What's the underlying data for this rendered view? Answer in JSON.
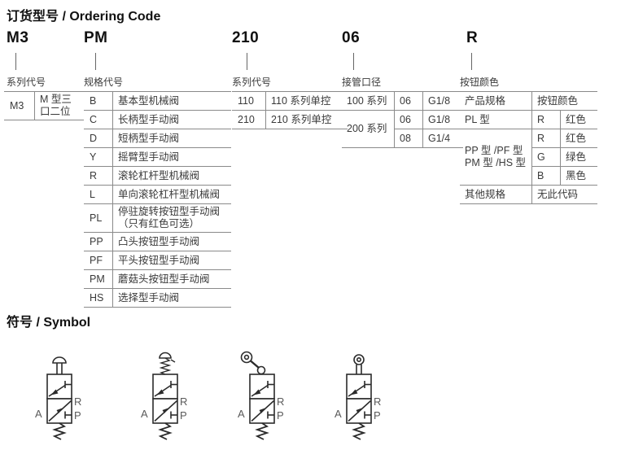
{
  "page": {
    "ordering_title": "订货型号 / Ordering Code",
    "symbol_title": "符号 / Symbol"
  },
  "ordering": {
    "segments": [
      {
        "code": "M3",
        "label": "系列代号"
      },
      {
        "code": "PM",
        "label": "规格代号"
      },
      {
        "code": "210",
        "label": "系列代号"
      },
      {
        "code": "06",
        "label": "接管口径"
      },
      {
        "code": "R",
        "label": "按钮颜色"
      }
    ],
    "series_table": {
      "code": "M3",
      "desc_line1": "M 型三",
      "desc_line2": "口二位"
    },
    "spec_table": {
      "rows": [
        {
          "code": "B",
          "desc": "基本型机械阀"
        },
        {
          "code": "C",
          "desc": "长柄型手动阀"
        },
        {
          "code": "D",
          "desc": "短柄型手动阀"
        },
        {
          "code": "Y",
          "desc": "摇臂型手动阀"
        },
        {
          "code": "R",
          "desc": "滚轮杠杆型机械阀"
        },
        {
          "code": "L",
          "desc": "单向滚轮杠杆型机械阀"
        },
        {
          "code": "PL",
          "desc": "停驻旋转按钮型手动阀",
          "desc2": "（只有红色可选）"
        },
        {
          "code": "PP",
          "desc": "凸头按钮型手动阀"
        },
        {
          "code": "PF",
          "desc": "平头按钮型手动阀"
        },
        {
          "code": "PM",
          "desc": "蘑菇头按钮型手动阀"
        },
        {
          "code": "HS",
          "desc": "选择型手动阀"
        }
      ]
    },
    "series2_table": {
      "rows": [
        {
          "code": "110",
          "desc": "110 系列单控"
        },
        {
          "code": "210",
          "desc": "210 系列单控"
        }
      ]
    },
    "port_table": {
      "row1": {
        "series": "100 系列",
        "code": "06",
        "size": "G1/8"
      },
      "row2_series": "200 系列",
      "row2": {
        "code": "06",
        "size": "G1/8"
      },
      "row3": {
        "code": "08",
        "size": "G1/4"
      }
    },
    "color_table": {
      "header": {
        "col1": "产品规格",
        "col2": "按钮颜色"
      },
      "row_pl": {
        "spec": "PL 型",
        "code": "R",
        "color": "红色"
      },
      "group_spec_line1": "PP 型 /PF 型",
      "group_spec_line2": "PM 型 /HS 型",
      "group_rows": [
        {
          "code": "R",
          "color": "红色"
        },
        {
          "code": "G",
          "color": "绿色"
        },
        {
          "code": "B",
          "color": "黑色"
        }
      ],
      "row_other": {
        "spec": "其他规格",
        "value": "无此代码"
      }
    }
  },
  "symbols": {
    "ports": {
      "a": "A",
      "r": "R",
      "p": "P"
    },
    "variants": [
      "plunger-valve",
      "spring-plunger-valve",
      "roller-lever-valve",
      "roller-plunger-valve"
    ],
    "line_color": "#2b2b2b",
    "label_color": "#5a5a5a"
  }
}
